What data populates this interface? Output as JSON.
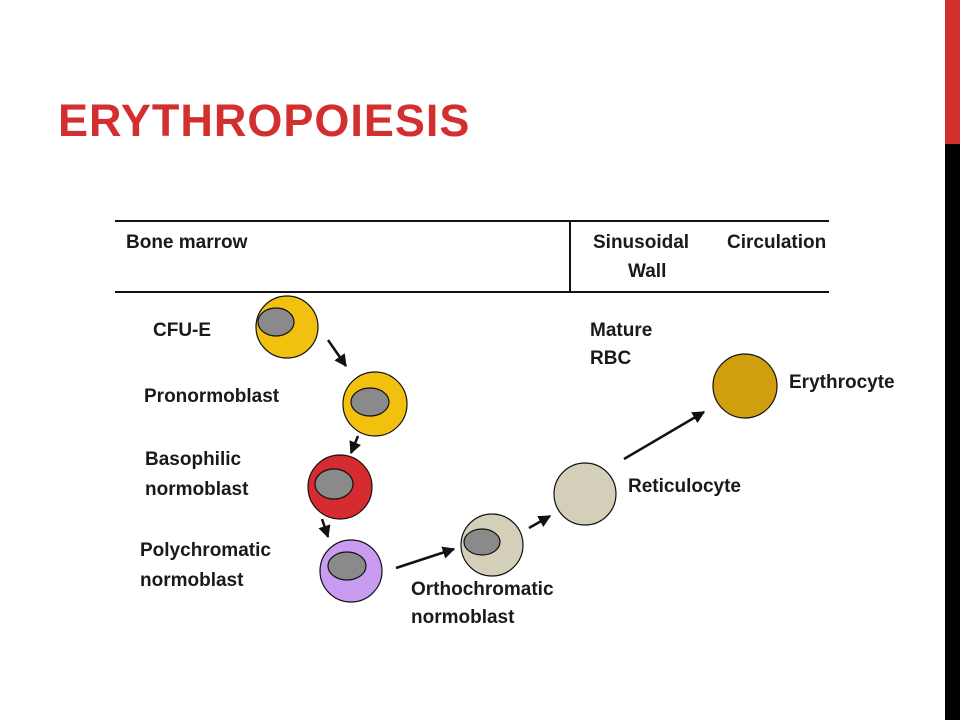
{
  "title": "ERYTHROPOIESIS",
  "header": {
    "bone_marrow": "Bone marrow",
    "sinusoidal": "Sinusoidal",
    "wall": "Wall",
    "circulation": "Circulation"
  },
  "labels": {
    "cfu_e": "CFU-E",
    "pronormoblast": "Pronormoblast",
    "basophilic_1": "Basophilic",
    "basophilic_2": "normoblast",
    "polychromatic_1": "Polychromatic",
    "polychromatic_2": "normoblast",
    "orthochromatic_1": "Orthochromatic",
    "orthochromatic_2": "normoblast",
    "reticulocyte": "Reticulocyte",
    "mature_1": "Mature",
    "mature_2": "RBC",
    "erythrocyte": "Erythrocyte"
  },
  "colors": {
    "title": "#d32f2f",
    "accent_top": "#d32f2f",
    "accent_bottom": "#000000",
    "cfu_e": "#f2c10f",
    "pronormoblast": "#f2c10f",
    "basophilic": "#d62b2f",
    "polychromatic": "#c99cf2",
    "orthochromatic": "#d3cfb8",
    "reticulocyte": "#d3cfb8",
    "erythrocyte": "#d19e0e",
    "nucleus": "#8a8a8a"
  }
}
